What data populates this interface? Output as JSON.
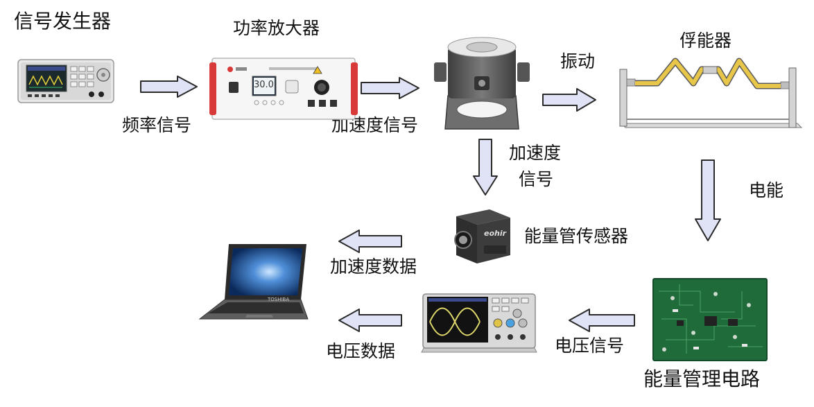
{
  "nodes": {
    "signal_generator": "信号发生器",
    "power_amplifier": "功率放大器",
    "power_amplifier_display": "30.0",
    "harvester": "俘能器",
    "sensor": "能量管传感器",
    "sensor_brand": "eohir",
    "circuit": "能量管理电路",
    "laptop_brand": "TOSHIBA"
  },
  "edges": {
    "frequency_signal": "频率信号",
    "accel_signal": "加速度信号",
    "vibration": "振动",
    "accel_signal_down_line1": "加速度",
    "accel_signal_down_line2": "信号",
    "electric_energy": "电能",
    "voltage_signal": "电压信号",
    "voltage_data": "电压数据",
    "accel_data": "加速度数据"
  },
  "colors": {
    "arrow_fill": "#dfe3f5",
    "arrow_stroke": "#2a2a2a",
    "amp_handle": "#d83a3a",
    "pcb_green": "#1f6b3a",
    "scope_wave": "#e0d86a"
  }
}
